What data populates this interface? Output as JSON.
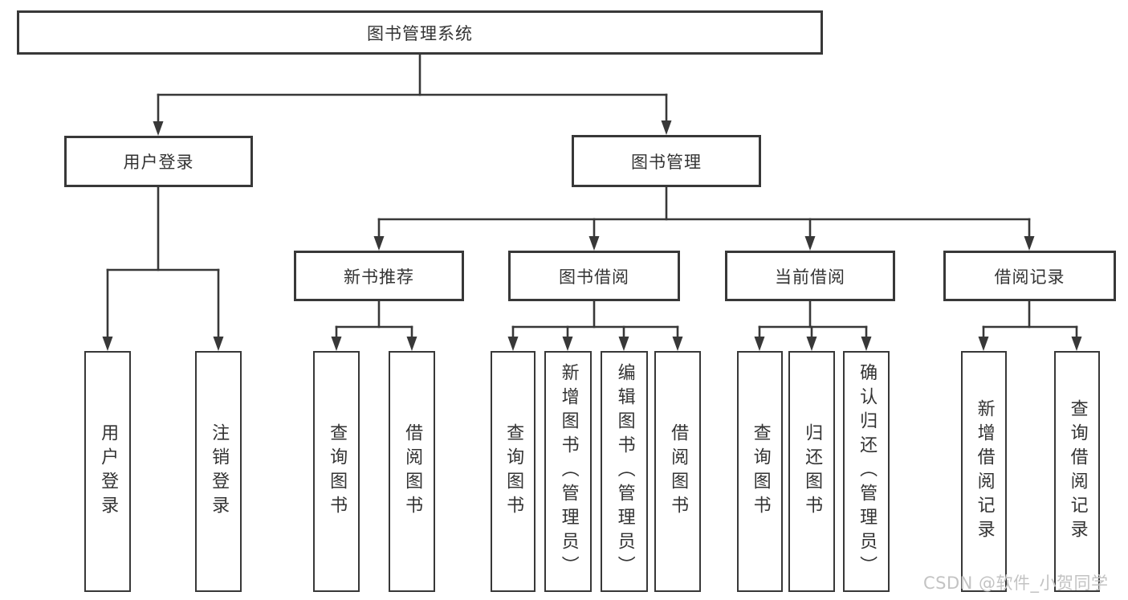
{
  "tree": {
    "root": "图书管理系统",
    "branches": [
      {
        "label": "用户登录",
        "children": [
          {
            "label": "用户登录"
          },
          {
            "label": "注销登录"
          }
        ]
      },
      {
        "label": "图书管理",
        "children": [
          {
            "label": "新书推荐",
            "children": [
              {
                "label": "查询图书"
              },
              {
                "label": "借阅图书"
              }
            ]
          },
          {
            "label": "图书借阅",
            "children": [
              {
                "label": "查询图书"
              },
              {
                "label": "新增图书（管理员）"
              },
              {
                "label": "编辑图书（管理员）"
              },
              {
                "label": "借阅图书"
              }
            ]
          },
          {
            "label": "当前借阅",
            "children": [
              {
                "label": "查询图书"
              },
              {
                "label": "归还图书"
              },
              {
                "label": "确认归还（管理员）"
              }
            ]
          },
          {
            "label": "借阅记录",
            "children": [
              {
                "label": "新增借阅记录"
              },
              {
                "label": "查询借阅记录"
              }
            ]
          }
        ]
      }
    ]
  },
  "watermark": {
    "text": "CSDN @软件_小贺同学"
  },
  "colors": {
    "line": "#383838",
    "text": "#333333",
    "watermark": "#c3c3c3",
    "background": "#ffffff"
  }
}
